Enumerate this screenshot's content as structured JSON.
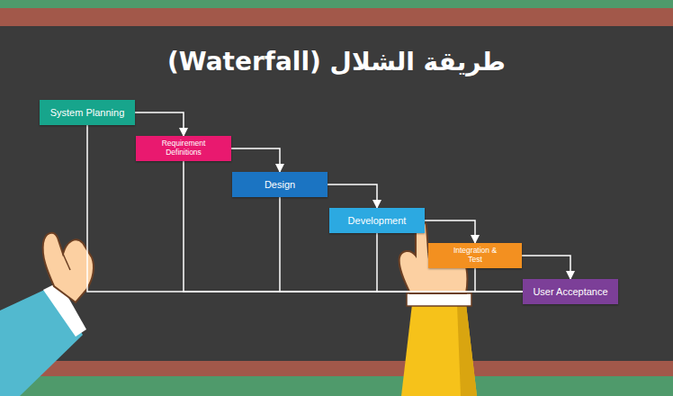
{
  "diagram": {
    "title": "طريقة الشلال (Waterfall)",
    "nodes": [
      {
        "text": [
          "System Planning"
        ]
      },
      {
        "text": [
          "Requirement Definitions"
        ]
      },
      {
        "text": [
          "Design"
        ]
      },
      {
        "text": [
          "Development"
        ]
      },
      {
        "text": [
          "Integration & Test"
        ]
      },
      {
        "text": [
          "User Acceptance"
        ]
      }
    ],
    "edges": [
      {
        "from": 0,
        "to": 1,
        "arrow": "to"
      },
      {
        "from": 1,
        "to": 2,
        "arrow": "to"
      },
      {
        "from": 2,
        "to": 3,
        "arrow": "to"
      },
      {
        "from": 3,
        "to": 4,
        "arrow": "to"
      },
      {
        "from": 4,
        "to": 5,
        "arrow": "to"
      },
      {
        "from": 0,
        "to": 5,
        "arrow": "none"
      },
      {
        "from": 1,
        "to": 5,
        "arrow": "none"
      },
      {
        "from": 2,
        "to": 5,
        "arrow": "none"
      },
      {
        "from": 3,
        "to": 5,
        "arrow": "none"
      },
      {
        "from": 4,
        "to": 5,
        "arrow": "none"
      }
    ]
  }
}
